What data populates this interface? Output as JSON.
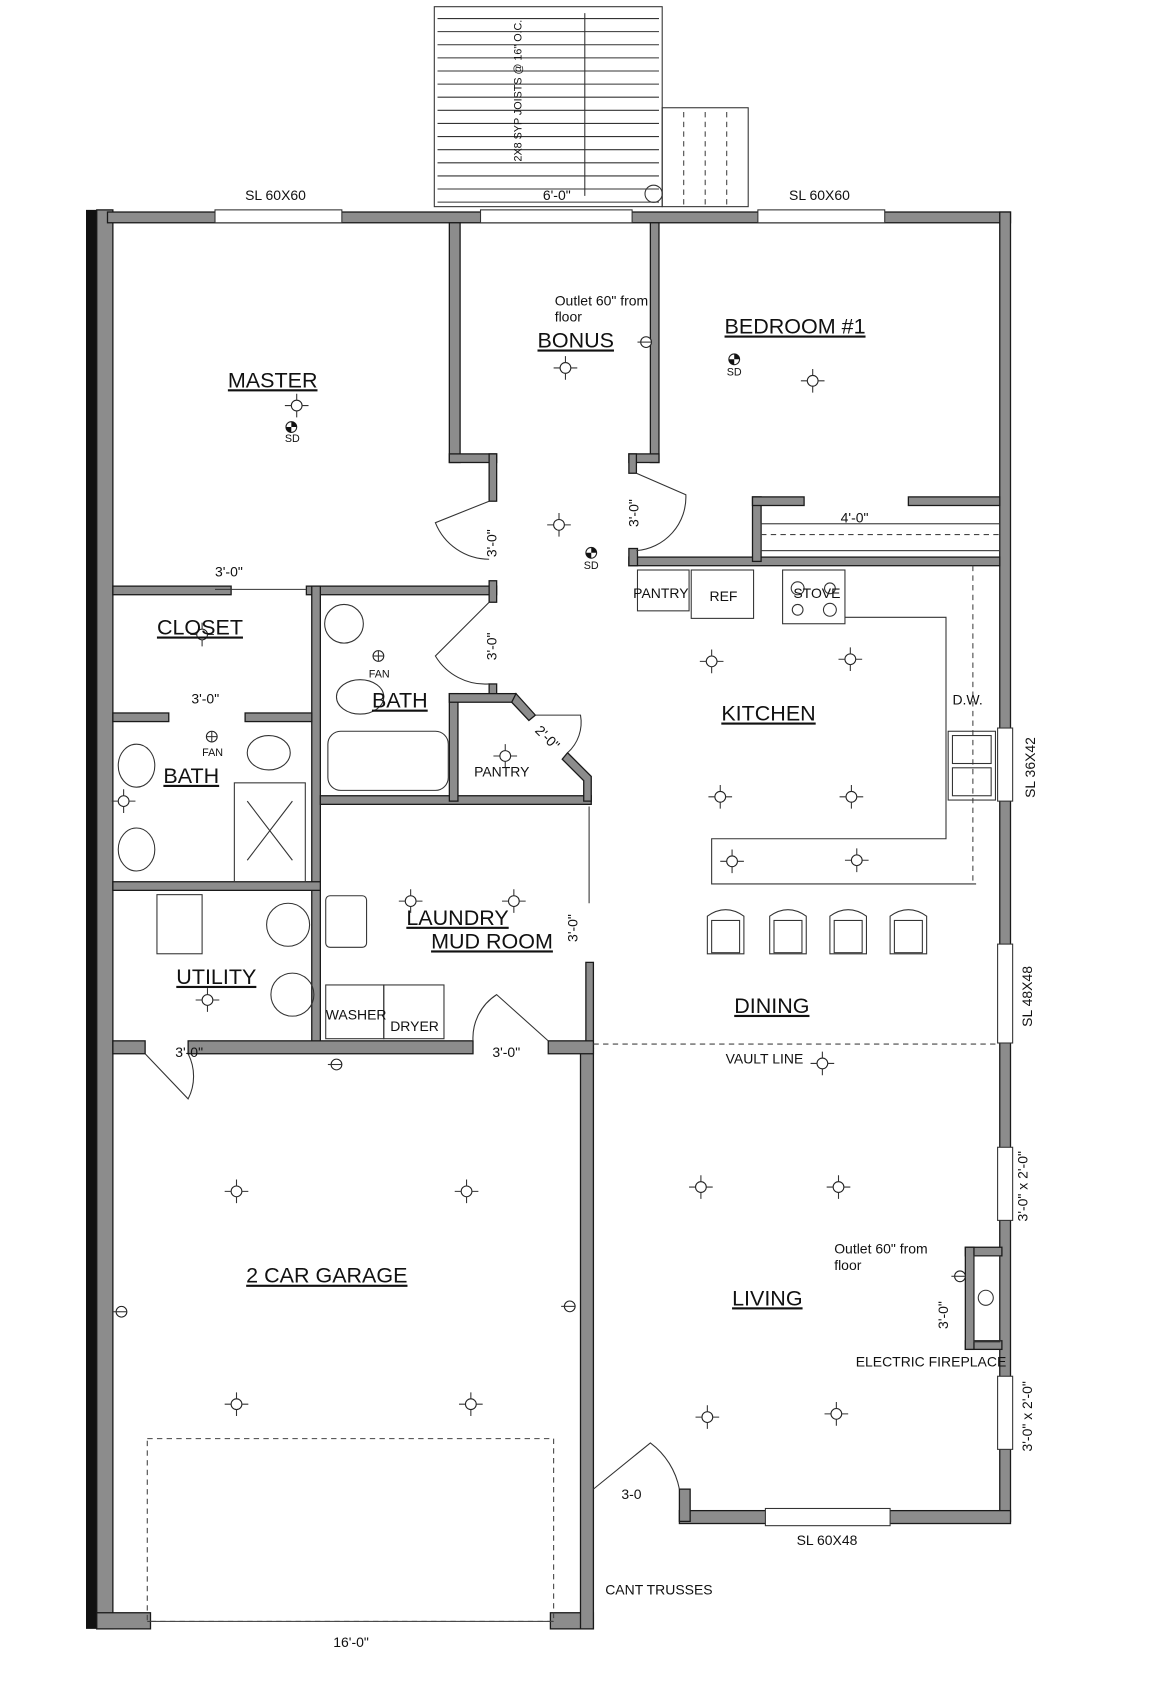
{
  "rooms": {
    "master": "MASTER",
    "bonus": "BONUS",
    "bedroom1": "BEDROOM #1",
    "closet": "CLOSET",
    "bath_master": "BATH",
    "bath_hall": "BATH",
    "pantry_hall": "PANTRY",
    "kitchen": "KITCHEN",
    "utility": "UTILITY",
    "laundry": "LAUNDRY",
    "mud_room": "MUD ROOM",
    "dining": "DINING",
    "living": "LIVING",
    "garage": "2 CAR GARAGE"
  },
  "windows": {
    "master_top": "SL 60X60",
    "bedroom_top": "SL 60X60",
    "kitchen_right": "SL 36X42",
    "dining_right": "SL 48X48",
    "living_right_1": "3'-0\" x 2'-0\"",
    "living_right_2": "3'-0\" x 2'-0\"",
    "living_bottom": "SL 60X48"
  },
  "dimensions": {
    "deck_door": "6'-0\"",
    "closet_door": "3'-0\"",
    "closet_inner": "3'-0\"",
    "master_door": "3'-0\"",
    "bonus_door": "3'-0\"",
    "bath_door": "3'-0\"",
    "pantry_door": "2'-0\"",
    "bedroom_closet": "4'-0\"",
    "laundry_door": "3'-0\"",
    "utility_garage_door": "3'-0\"",
    "laundry_garage_door": "3'-0\"",
    "fireplace": "3'-0\"",
    "entry_door": "3-0",
    "garage_door": "16'-0\""
  },
  "appliances": {
    "pantry": "PANTRY",
    "ref": "REF",
    "stove": "STOVE",
    "dw": "D.W.",
    "washer": "WASHER",
    "dryer": "DRYER",
    "fan1": "FAN",
    "fan2": "FAN"
  },
  "notes": {
    "deck_joists": "2X8 SYP JOISTS @ 16\" O.C.",
    "outlet_bonus_1": "Outlet 60\" from",
    "outlet_bonus_2": "floor",
    "outlet_living_1": "Outlet 60\" from",
    "outlet_living_2": "floor",
    "sd1": "SD",
    "sd2": "SD",
    "sd3": "SD",
    "vault_line": "VAULT LINE",
    "electric_fireplace": "ELECTRIC FIREPLACE",
    "cant_trusses": "CANT TRUSSES"
  }
}
